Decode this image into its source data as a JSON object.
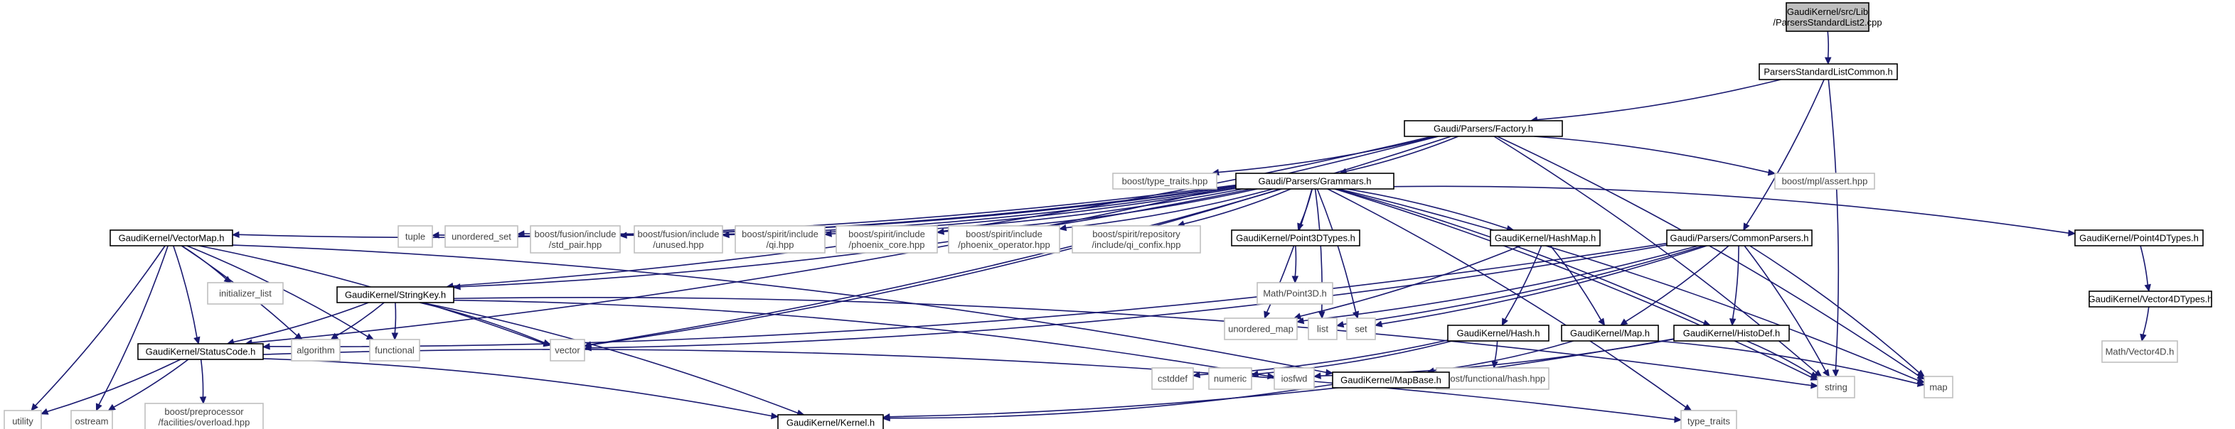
{
  "graph": {
    "nodes": [
      {
        "id": "root",
        "kind": "root",
        "lines": [
          "GaudiKernel/src/Lib",
          "/ParsersStandardList2.cpp"
        ]
      },
      {
        "id": "pslc",
        "kind": "main",
        "lines": [
          "ParsersStandardListCommon.h"
        ]
      },
      {
        "id": "factory",
        "kind": "main",
        "lines": [
          "Gaudi/Parsers/Factory.h"
        ]
      },
      {
        "id": "type_traits_hpp",
        "kind": "ext",
        "lines": [
          "boost/type_traits.hpp"
        ]
      },
      {
        "id": "grammars",
        "kind": "main",
        "lines": [
          "Gaudi/Parsers/Grammars.h"
        ]
      },
      {
        "id": "mpl_assert",
        "kind": "ext",
        "lines": [
          "boost/mpl/assert.hpp"
        ]
      },
      {
        "id": "vectormap",
        "kind": "main",
        "lines": [
          "GaudiKernel/VectorMap.h"
        ]
      },
      {
        "id": "tuple",
        "kind": "ext",
        "lines": [
          "tuple"
        ]
      },
      {
        "id": "unordered_set",
        "kind": "ext",
        "lines": [
          "unordered_set"
        ]
      },
      {
        "id": "std_pair",
        "kind": "ext",
        "lines": [
          "boost/fusion/include",
          "/std_pair.hpp"
        ]
      },
      {
        "id": "unused",
        "kind": "ext",
        "lines": [
          "boost/fusion/include",
          "/unused.hpp"
        ]
      },
      {
        "id": "qi",
        "kind": "ext",
        "lines": [
          "boost/spirit/include",
          "/qi.hpp"
        ]
      },
      {
        "id": "phoenix_core",
        "kind": "ext",
        "lines": [
          "boost/spirit/include",
          "/phoenix_core.hpp"
        ]
      },
      {
        "id": "phoenix_operator",
        "kind": "ext",
        "lines": [
          "boost/spirit/include",
          "/phoenix_operator.hpp"
        ]
      },
      {
        "id": "qi_confix",
        "kind": "ext",
        "lines": [
          "boost/spirit/repository",
          "/include/qi_confix.hpp"
        ]
      },
      {
        "id": "point3d",
        "kind": "main",
        "lines": [
          "GaudiKernel/Point3DTypes.h"
        ]
      },
      {
        "id": "hashmap",
        "kind": "main",
        "lines": [
          "GaudiKernel/HashMap.h"
        ]
      },
      {
        "id": "commonparsers",
        "kind": "main",
        "lines": [
          "Gaudi/Parsers/CommonParsers.h"
        ]
      },
      {
        "id": "point4d",
        "kind": "main",
        "lines": [
          "GaudiKernel/Point4DTypes.h"
        ]
      },
      {
        "id": "initializer_list",
        "kind": "ext",
        "lines": [
          "initializer_list"
        ]
      },
      {
        "id": "stringkey",
        "kind": "main",
        "lines": [
          "GaudiKernel/StringKey.h"
        ]
      },
      {
        "id": "math_point3d",
        "kind": "ext",
        "lines": [
          "Math/Point3D.h"
        ]
      },
      {
        "id": "unordered_map",
        "kind": "ext",
        "lines": [
          "unordered_map"
        ]
      },
      {
        "id": "list",
        "kind": "ext",
        "lines": [
          "list"
        ]
      },
      {
        "id": "set",
        "kind": "ext",
        "lines": [
          "set"
        ]
      },
      {
        "id": "hash",
        "kind": "main",
        "lines": [
          "GaudiKernel/Hash.h"
        ]
      },
      {
        "id": "map_h",
        "kind": "main",
        "lines": [
          "GaudiKernel/Map.h"
        ]
      },
      {
        "id": "histodef",
        "kind": "main",
        "lines": [
          "GaudiKernel/HistoDef.h"
        ]
      },
      {
        "id": "vector4d",
        "kind": "main",
        "lines": [
          "GaudiKernel/Vector4DTypes.h"
        ]
      },
      {
        "id": "algorithm",
        "kind": "ext",
        "lines": [
          "algorithm"
        ]
      },
      {
        "id": "functional",
        "kind": "ext",
        "lines": [
          "functional"
        ]
      },
      {
        "id": "vector",
        "kind": "ext",
        "lines": [
          "vector"
        ]
      },
      {
        "id": "statuscode",
        "kind": "main",
        "lines": [
          "GaudiKernel/StatusCode.h"
        ]
      },
      {
        "id": "cstddef",
        "kind": "ext",
        "lines": [
          "cstddef"
        ]
      },
      {
        "id": "numeric",
        "kind": "ext",
        "lines": [
          "numeric"
        ]
      },
      {
        "id": "iosfwd",
        "kind": "ext",
        "lines": [
          "iosfwd"
        ]
      },
      {
        "id": "boost_hash",
        "kind": "ext",
        "lines": [
          "boost/functional/hash.hpp"
        ]
      },
      {
        "id": "mapbase",
        "kind": "main",
        "lines": [
          "GaudiKernel/MapBase.h"
        ]
      },
      {
        "id": "string",
        "kind": "ext",
        "lines": [
          "string"
        ]
      },
      {
        "id": "map",
        "kind": "ext",
        "lines": [
          "map"
        ]
      },
      {
        "id": "math_vector4d",
        "kind": "ext",
        "lines": [
          "Math/Vector4D.h"
        ]
      },
      {
        "id": "utility",
        "kind": "ext",
        "lines": [
          "utility"
        ]
      },
      {
        "id": "ostream",
        "kind": "ext",
        "lines": [
          "ostream"
        ]
      },
      {
        "id": "overload",
        "kind": "ext",
        "lines": [
          "boost/preprocessor",
          "/facilities/overload.hpp"
        ]
      },
      {
        "id": "kernel",
        "kind": "main",
        "lines": [
          "GaudiKernel/Kernel.h"
        ]
      },
      {
        "id": "type_traits",
        "kind": "ext",
        "lines": [
          "type_traits"
        ]
      }
    ],
    "edges": [
      [
        "root",
        "pslc"
      ],
      [
        "pslc",
        "factory"
      ],
      [
        "pslc",
        "commonparsers"
      ],
      [
        "pslc",
        "string"
      ],
      [
        "factory",
        "type_traits_hpp"
      ],
      [
        "factory",
        "grammars"
      ],
      [
        "factory",
        "mpl_assert"
      ],
      [
        "factory",
        "stringkey"
      ],
      [
        "factory",
        "statuscode"
      ],
      [
        "factory",
        "vector"
      ],
      [
        "factory",
        "string"
      ],
      [
        "factory",
        "map"
      ],
      [
        "grammars",
        "vectormap"
      ],
      [
        "grammars",
        "tuple"
      ],
      [
        "grammars",
        "unordered_set"
      ],
      [
        "grammars",
        "std_pair"
      ],
      [
        "grammars",
        "unused"
      ],
      [
        "grammars",
        "qi"
      ],
      [
        "grammars",
        "phoenix_core"
      ],
      [
        "grammars",
        "phoenix_operator"
      ],
      [
        "grammars",
        "qi_confix"
      ],
      [
        "grammars",
        "point3d"
      ],
      [
        "grammars",
        "hashmap"
      ],
      [
        "grammars",
        "point4d"
      ],
      [
        "grammars",
        "stringkey"
      ],
      [
        "grammars",
        "unordered_map"
      ],
      [
        "grammars",
        "list"
      ],
      [
        "grammars",
        "set"
      ],
      [
        "grammars",
        "vector"
      ],
      [
        "grammars",
        "histodef"
      ],
      [
        "grammars",
        "string"
      ],
      [
        "grammars",
        "map"
      ],
      [
        "grammars",
        "type_traits"
      ],
      [
        "vectormap",
        "initializer_list"
      ],
      [
        "vectormap",
        "algorithm"
      ],
      [
        "vectormap",
        "functional"
      ],
      [
        "vectormap",
        "vector"
      ],
      [
        "vectormap",
        "statuscode"
      ],
      [
        "vectormap",
        "utility"
      ],
      [
        "vectormap",
        "ostream"
      ],
      [
        "vectormap",
        "mapbase"
      ],
      [
        "point3d",
        "math_point3d"
      ],
      [
        "point4d",
        "vector4d"
      ],
      [
        "vector4d",
        "math_vector4d"
      ],
      [
        "hashmap",
        "hash"
      ],
      [
        "hashmap",
        "map_h"
      ],
      [
        "hashmap",
        "unordered_map"
      ],
      [
        "hash",
        "cstddef"
      ],
      [
        "hash",
        "numeric"
      ],
      [
        "hash",
        "boost_hash"
      ],
      [
        "map_h",
        "map"
      ],
      [
        "map_h",
        "mapbase"
      ],
      [
        "commonparsers",
        "unordered_map"
      ],
      [
        "commonparsers",
        "list"
      ],
      [
        "commonparsers",
        "set"
      ],
      [
        "commonparsers",
        "map_h"
      ],
      [
        "commonparsers",
        "histodef"
      ],
      [
        "commonparsers",
        "statuscode"
      ],
      [
        "commonparsers",
        "vector"
      ],
      [
        "commonparsers",
        "string"
      ],
      [
        "commonparsers",
        "map"
      ],
      [
        "histodef",
        "string"
      ],
      [
        "histodef",
        "iosfwd"
      ],
      [
        "histodef",
        "kernel"
      ],
      [
        "stringkey",
        "algorithm"
      ],
      [
        "stringkey",
        "functional"
      ],
      [
        "stringkey",
        "vector"
      ],
      [
        "stringkey",
        "string"
      ],
      [
        "stringkey",
        "iosfwd"
      ],
      [
        "stringkey",
        "kernel"
      ],
      [
        "stringkey",
        "statuscode"
      ],
      [
        "statuscode",
        "utility"
      ],
      [
        "statuscode",
        "ostream"
      ],
      [
        "statuscode",
        "overload"
      ],
      [
        "statuscode",
        "kernel"
      ],
      [
        "statuscode",
        "type_traits"
      ],
      [
        "mapbase",
        "kernel"
      ]
    ]
  }
}
